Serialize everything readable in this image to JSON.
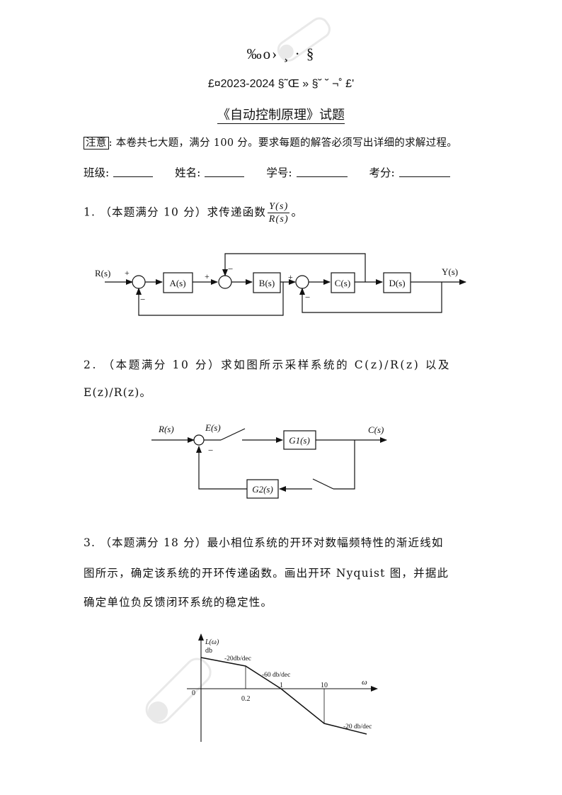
{
  "header": {
    "garbled_line_1": "‰o› ¸   ·   §",
    "garbled_line_2": "£¤2023-2024 §˜Œ    » §˘      ˘ ¬˚   £'",
    "title": "《自动控制原理》试题"
  },
  "notice": {
    "label": "注意",
    "text": ": 本卷共七大题，满分 100 分。要求每题的解答必须写出详细的求解过程。"
  },
  "student_info": {
    "class_label": "班级:",
    "name_label": "姓名:",
    "id_label": "学号:",
    "score_label": "考分:"
  },
  "questions": {
    "q1": {
      "text": "1.  （本题满分 10 分）求传递函数",
      "frac_num": "Y(s)",
      "frac_den": "R(s)",
      "end": "。",
      "diagram": {
        "input": "R(s)",
        "output": "Y(s)",
        "blocks": [
          "A(s)",
          "B(s)",
          "C(s)",
          "D(s)"
        ],
        "plus": "+",
        "minus": "−"
      }
    },
    "q2": {
      "line1": "2.  （本题满分 10 分）求如图所示采样系统的 C(z)/R(z) 以及",
      "line2": "E(z)/R(z)。",
      "diagram": {
        "input": "R(s)",
        "error": "E(s)",
        "output": "C(s)",
        "g1": "G1(s)",
        "g2": "G2(s)",
        "minus": "−"
      }
    },
    "q3": {
      "line1": "3. （本题满分 18 分）最小相位系统的开环对数幅频特性的渐近线如",
      "line2": "图所示，确定该系统的开环传递函数。画出开环 Nyquist 图，并据此",
      "line3": "确定单位负反馈闭环系统的稳定性。",
      "plot": {
        "ylabel": "L(ω)",
        "yunit": "db",
        "xlabel": "ω",
        "origin": "0",
        "tick_02": "0.2",
        "tick_1": "1",
        "tick_10": "10",
        "slope1": "-20db/dec",
        "slope2": "-60 db/dec",
        "slope3": "-20 db/dec"
      }
    }
  }
}
